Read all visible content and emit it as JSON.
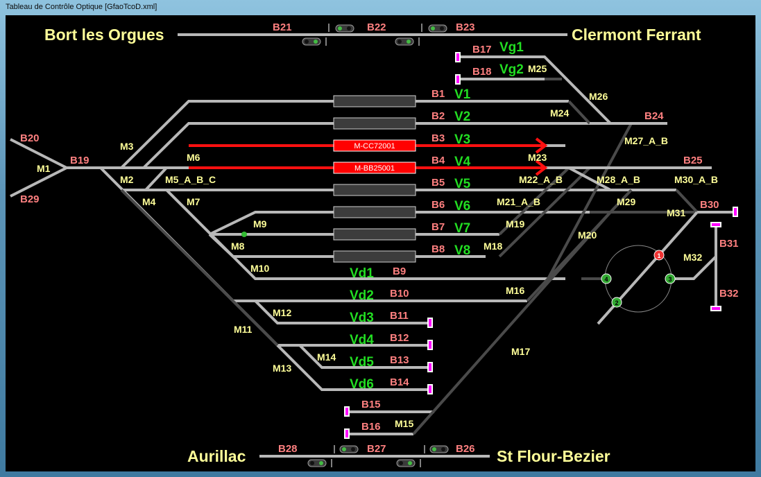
{
  "window": {
    "title": "Tableau de Contrôle Optique [GfaoTcoD.xml]"
  },
  "cities": {
    "bort": "Bort les Orgues",
    "clermont": "Clermont Ferrant",
    "aurillac": "Aurillac",
    "stflour": "St Flour-Bezier"
  },
  "blocks": {
    "B1": "B1",
    "B2": "B2",
    "B3": "B3",
    "B4": "B4",
    "B5": "B5",
    "B6": "B6",
    "B7": "B7",
    "B8": "B8",
    "B9": "B9",
    "B10": "B10",
    "B11": "B11",
    "B12": "B12",
    "B13": "B13",
    "B14": "B14",
    "B15": "B15",
    "B16": "B16",
    "B17": "B17",
    "B18": "B18",
    "B19": "B19",
    "B20": "B20",
    "B21": "B21",
    "B22": "B22",
    "B23": "B23",
    "B24": "B24",
    "B25": "B25",
    "B26": "B26",
    "B27": "B27",
    "B28": "B28",
    "B29": "B29",
    "B30": "B30",
    "B31": "B31",
    "B32": "B32"
  },
  "motors": {
    "M1": "M1",
    "M2": "M2",
    "M3": "M3",
    "M4": "M4",
    "M5": "M5_A_B_C",
    "M6": "M6",
    "M7": "M7",
    "M8": "M8",
    "M9": "M9",
    "M10": "M10",
    "M11": "M11",
    "M12": "M12",
    "M13": "M13",
    "M14": "M14",
    "M15": "M15",
    "M16": "M16",
    "M17": "M17",
    "M18": "M18",
    "M19": "M19",
    "M20": "M20",
    "M21": "M21_A_B",
    "M22": "M22_A_B",
    "M23": "M23",
    "M24": "M24",
    "M25": "M25",
    "M26": "M26",
    "M27": "M27_A_B",
    "M28": "M28_A_B",
    "M29": "M29",
    "M30": "M30_A_B",
    "M31": "M31",
    "M32": "M32"
  },
  "tracks": {
    "V1": "V1",
    "V2": "V2",
    "V3": "V3",
    "V4": "V4",
    "V5": "V5",
    "V6": "V6",
    "V7": "V7",
    "V8": "V8",
    "Vg1": "Vg1",
    "Vg2": "Vg2",
    "Vd1": "Vd1",
    "Vd2": "Vd2",
    "Vd3": "Vd3",
    "Vd4": "Vd4",
    "Vd5": "Vd5",
    "Vd6": "Vd6"
  },
  "trains": [
    {
      "name": "M-CC72001",
      "track": "V3"
    },
    {
      "name": "M-BB25001",
      "track": "V4"
    }
  ],
  "turntable": {
    "positions": [
      "1",
      "2",
      "3",
      "4"
    ],
    "active": "1"
  },
  "colors": {
    "free_track": "#b8b8b8",
    "occupied": "#ff1010",
    "block_label": "#ff8080",
    "motor_label": "#ffff99",
    "track_label": "#22dd22",
    "buffer": "#ff00ff"
  }
}
